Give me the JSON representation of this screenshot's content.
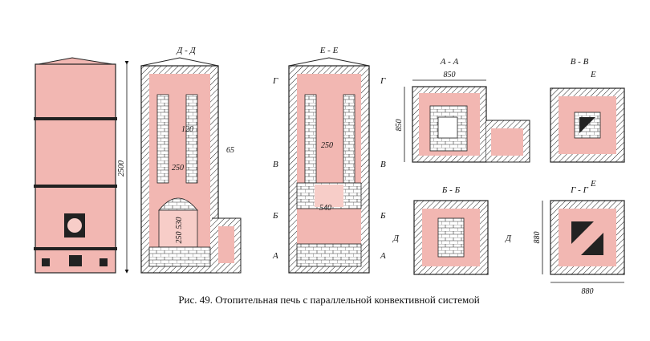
{
  "caption": "Рис. 49. Отопительная печь с параллельной конвективной системой",
  "colors": {
    "brick": "#f2b7b2",
    "brick_light": "#f7cdc8",
    "ink": "#1a1a1a",
    "paper": "#ffffff"
  },
  "front": {
    "height_label": "2500"
  },
  "section_dd": {
    "title": "Д - Д",
    "dims": {
      "d120": "120",
      "d65": "65",
      "d250_top": "250",
      "d530": "530",
      "d250_low": "250"
    }
  },
  "section_ee": {
    "title": "Е - Е",
    "dims": {
      "d250": "250",
      "d540": "540"
    },
    "marks": {
      "g": "Г",
      "v": "В",
      "b": "Б",
      "a": "А"
    }
  },
  "section_aa": {
    "title": "А - А",
    "dims": {
      "d850_w": "850",
      "d850_h": "850"
    }
  },
  "section_bb": {
    "title": "Б - Б",
    "marks": {
      "d": "Д"
    }
  },
  "section_vv": {
    "title": "В - В",
    "marks": {
      "e": "Е"
    }
  },
  "section_gg": {
    "title": "Г - Г",
    "dims": {
      "d880_h": "880",
      "d880_w": "880"
    }
  }
}
